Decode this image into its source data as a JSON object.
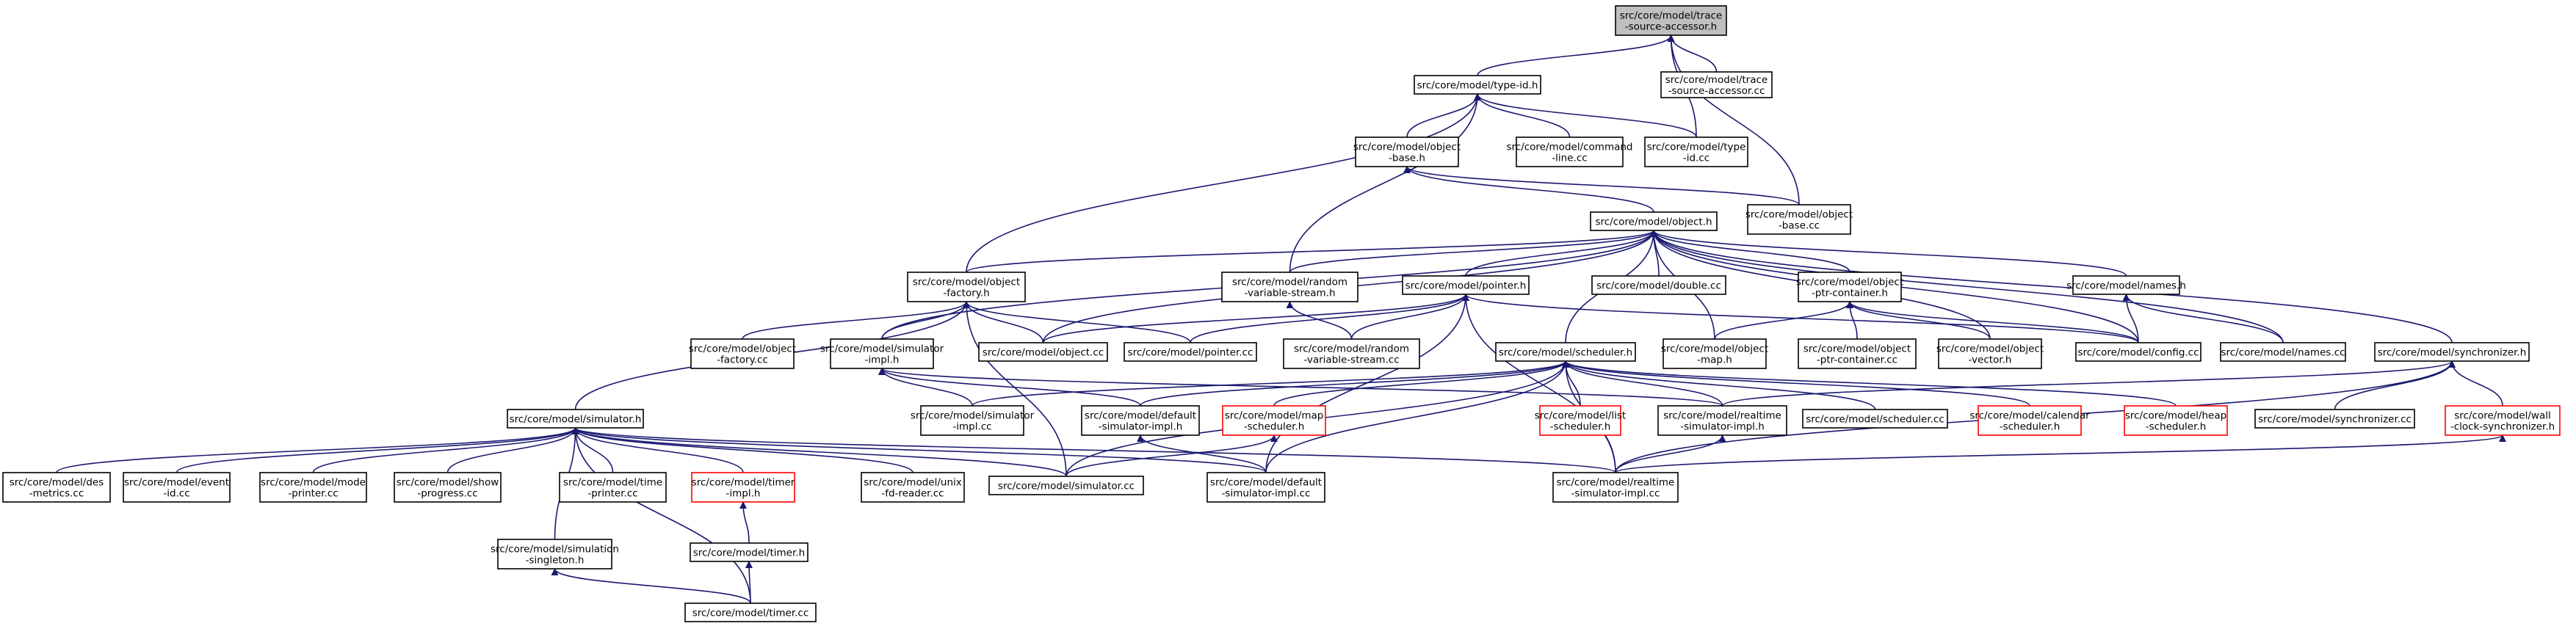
{
  "graph": {
    "title": "",
    "edge_color": "#191970",
    "highlight_fill": "#bfbfbf",
    "missing_border_color": "#ff0000",
    "nodes": [
      {
        "id": "tsa",
        "lines": [
          "src/core/model/trace",
          "-source-accessor.h"
        ],
        "style": "root"
      },
      {
        "id": "typeid",
        "lines": [
          "src/core/model/type-id.h"
        ]
      },
      {
        "id": "tsacc",
        "lines": [
          "src/core/model/trace",
          "-source-accessor.cc"
        ]
      },
      {
        "id": "objbaseh",
        "lines": [
          "src/core/model/object",
          "-base.h"
        ]
      },
      {
        "id": "cmdline",
        "lines": [
          "src/core/model/command",
          "-line.cc"
        ]
      },
      {
        "id": "typeidcc",
        "lines": [
          "src/core/model/type",
          "-id.cc"
        ]
      },
      {
        "id": "objbasecc",
        "lines": [
          "src/core/model/object",
          "-base.cc"
        ]
      },
      {
        "id": "objecth",
        "lines": [
          "src/core/model/object.h"
        ]
      },
      {
        "id": "objfacth",
        "lines": [
          "src/core/model/object",
          "-factory.h"
        ]
      },
      {
        "id": "randvsh",
        "lines": [
          "src/core/model/random",
          "-variable-stream.h"
        ]
      },
      {
        "id": "pointerh",
        "lines": [
          "src/core/model/pointer.h"
        ]
      },
      {
        "id": "doublecc",
        "lines": [
          "src/core/model/double.cc"
        ]
      },
      {
        "id": "ptrconth",
        "lines": [
          "src/core/model/object",
          "-ptr-container.h"
        ]
      },
      {
        "id": "namesh",
        "lines": [
          "src/core/model/names.h"
        ]
      },
      {
        "id": "objfactcc",
        "lines": [
          "src/core/model/object",
          "-factory.cc"
        ]
      },
      {
        "id": "simimplh",
        "lines": [
          "src/core/model/simulator",
          "-impl.h"
        ]
      },
      {
        "id": "objectcc",
        "lines": [
          "src/core/model/object.cc"
        ]
      },
      {
        "id": "pointercc",
        "lines": [
          "src/core/model/pointer.cc"
        ]
      },
      {
        "id": "randvscc",
        "lines": [
          "src/core/model/random",
          "-variable-stream.cc"
        ]
      },
      {
        "id": "schedh",
        "lines": [
          "src/core/model/scheduler.h"
        ]
      },
      {
        "id": "objmaph",
        "lines": [
          "src/core/model/object",
          "-map.h"
        ]
      },
      {
        "id": "ptrcontcc",
        "lines": [
          "src/core/model/object",
          "-ptr-container.cc"
        ]
      },
      {
        "id": "objvech",
        "lines": [
          "src/core/model/object",
          "-vector.h"
        ]
      },
      {
        "id": "configcc",
        "lines": [
          "src/core/model/config.cc"
        ]
      },
      {
        "id": "namescc",
        "lines": [
          "src/core/model/names.cc"
        ]
      },
      {
        "id": "synch",
        "lines": [
          "src/core/model/synchronizer.h"
        ]
      },
      {
        "id": "simh",
        "lines": [
          "src/core/model/simulator.h"
        ]
      },
      {
        "id": "simimplcc",
        "lines": [
          "src/core/model/simulator",
          "-impl.cc"
        ]
      },
      {
        "id": "defsimimplh",
        "lines": [
          "src/core/model/default",
          "-simulator-impl.h"
        ]
      },
      {
        "id": "mapsch",
        "lines": [
          "src/core/model/map",
          "-scheduler.h"
        ],
        "style": "red"
      },
      {
        "id": "listsch",
        "lines": [
          "src/core/model/list",
          "-scheduler.h"
        ],
        "style": "red"
      },
      {
        "id": "rtsimimplh",
        "lines": [
          "src/core/model/realtime",
          "-simulator-impl.h"
        ]
      },
      {
        "id": "schedcc",
        "lines": [
          "src/core/model/scheduler.cc"
        ]
      },
      {
        "id": "calsch",
        "lines": [
          "src/core/model/calendar",
          "-scheduler.h"
        ],
        "style": "red"
      },
      {
        "id": "heapsch",
        "lines": [
          "src/core/model/heap",
          "-scheduler.h"
        ],
        "style": "red"
      },
      {
        "id": "synccc",
        "lines": [
          "src/core/model/synchronizer.cc"
        ]
      },
      {
        "id": "wallclk",
        "lines": [
          "src/core/model/wall",
          "-clock-synchronizer.h"
        ],
        "style": "red"
      },
      {
        "id": "desmet",
        "lines": [
          "src/core/model/des",
          "-metrics.cc"
        ]
      },
      {
        "id": "eventid",
        "lines": [
          "src/core/model/event",
          "-id.cc"
        ]
      },
      {
        "id": "modeprn",
        "lines": [
          "src/core/model/mode",
          "-printer.cc"
        ]
      },
      {
        "id": "showprog",
        "lines": [
          "src/core/model/show",
          "-progress.cc"
        ]
      },
      {
        "id": "timeprn",
        "lines": [
          "src/core/model/time",
          "-printer.cc"
        ]
      },
      {
        "id": "timerimpl",
        "lines": [
          "src/core/model/timer",
          "-impl.h"
        ],
        "style": "red"
      },
      {
        "id": "unixfd",
        "lines": [
          "src/core/model/unix",
          "-fd-reader.cc"
        ]
      },
      {
        "id": "simcc",
        "lines": [
          "src/core/model/simulator.cc"
        ]
      },
      {
        "id": "defsimimplcc",
        "lines": [
          "src/core/model/default",
          "-simulator-impl.cc"
        ]
      },
      {
        "id": "rtsimimplcc",
        "lines": [
          "src/core/model/realtime",
          "-simulator-impl.cc"
        ]
      },
      {
        "id": "simsingle",
        "lines": [
          "src/core/model/simulation",
          "-singleton.h"
        ]
      },
      {
        "id": "timerh",
        "lines": [
          "src/core/model/timer.h"
        ]
      },
      {
        "id": "timercc",
        "lines": [
          "src/core/model/timer.cc"
        ]
      }
    ]
  }
}
